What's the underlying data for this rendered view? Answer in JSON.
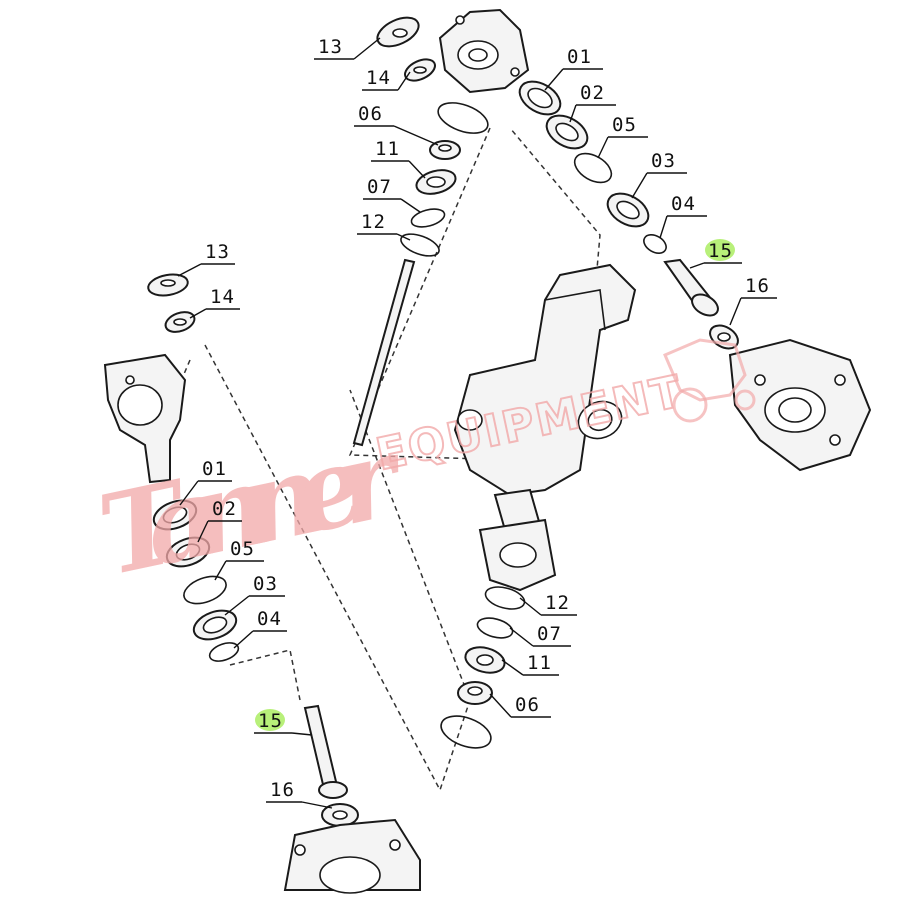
{
  "callouts": {
    "top": [
      {
        "id": "t13",
        "label": "13",
        "highlight": false
      },
      {
        "id": "t14",
        "label": "14",
        "highlight": false
      },
      {
        "id": "t06",
        "label": "06",
        "highlight": false
      },
      {
        "id": "t11",
        "label": "11",
        "highlight": false
      },
      {
        "id": "t07",
        "label": "07",
        "highlight": false
      },
      {
        "id": "t12",
        "label": "12",
        "highlight": false
      },
      {
        "id": "t01",
        "label": "01",
        "highlight": false
      },
      {
        "id": "t02",
        "label": "02",
        "highlight": false
      },
      {
        "id": "t05",
        "label": "05",
        "highlight": false
      },
      {
        "id": "t03",
        "label": "03",
        "highlight": false
      },
      {
        "id": "t04",
        "label": "04",
        "highlight": false
      },
      {
        "id": "t15",
        "label": "15",
        "highlight": true
      },
      {
        "id": "t16",
        "label": "16",
        "highlight": false
      }
    ],
    "bottom": [
      {
        "id": "b13",
        "label": "13",
        "highlight": false
      },
      {
        "id": "b14",
        "label": "14",
        "highlight": false
      },
      {
        "id": "b01",
        "label": "01",
        "highlight": false
      },
      {
        "id": "b02",
        "label": "02",
        "highlight": false
      },
      {
        "id": "b05",
        "label": "05",
        "highlight": false
      },
      {
        "id": "b03",
        "label": "03",
        "highlight": false
      },
      {
        "id": "b04",
        "label": "04",
        "highlight": false
      },
      {
        "id": "b15",
        "label": "15",
        "highlight": true
      },
      {
        "id": "b16",
        "label": "16",
        "highlight": false
      },
      {
        "id": "b12",
        "label": "12",
        "highlight": false
      },
      {
        "id": "b07",
        "label": "07",
        "highlight": false
      },
      {
        "id": "b11",
        "label": "11",
        "highlight": false
      },
      {
        "id": "b06",
        "label": "06",
        "highlight": false
      }
    ]
  },
  "watermark": {
    "script_text": "Tanner",
    "block_text": "EQUIPMENT"
  },
  "colors": {
    "highlight": "#b8f07a",
    "watermark": "#f2a9a9",
    "line": "#1a1a1a"
  }
}
